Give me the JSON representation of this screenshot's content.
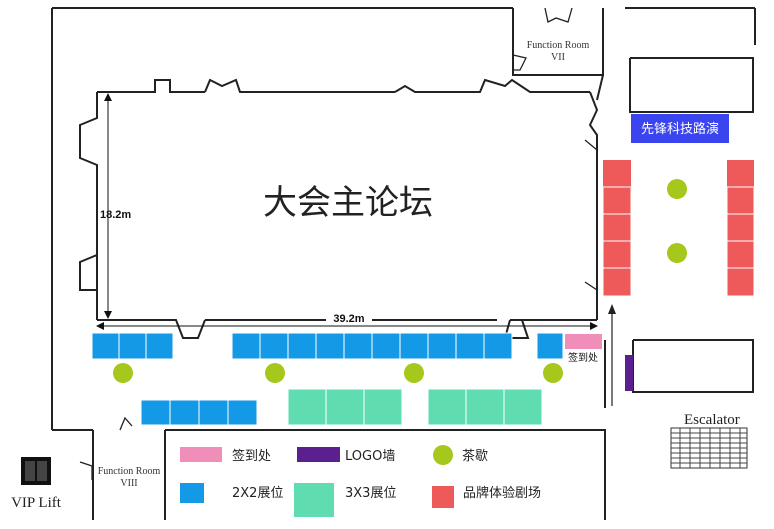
{
  "hall": {
    "title": "大会主论坛",
    "height_label": "18.2m",
    "width_label": "39.2m"
  },
  "rooms": {
    "function_room_vii_1": "Function Room",
    "function_room_vii_2": "VII",
    "function_room_viii_1": "Function Room",
    "function_room_viii_2": "VIII"
  },
  "labels": {
    "vip_lift": "VIP Lift",
    "escalator": "Escalator",
    "stage": "先锋科技路演",
    "checkin_small": "签到处"
  },
  "legend": {
    "checkin": "签到处",
    "logo_wall": "LOGO墙",
    "tea": "茶歇",
    "booth_2x2": "2X2展位",
    "booth_3x3": "3X3展位",
    "brand_theater": "品牌体验剧场"
  },
  "colors": {
    "booth_2x2": "#1499e6",
    "booth_3x3": "#5fddb1",
    "checkin": "#f08db8",
    "logo_wall": "#5b1f8f",
    "tea": "#a6c81c",
    "brand_theater": "#ee5a5a",
    "stage": "#3a45f0"
  },
  "icons": {
    "vip_lift": "elevator-icon",
    "escalator": "escalator-icon"
  }
}
